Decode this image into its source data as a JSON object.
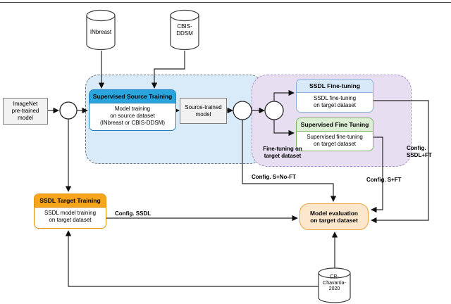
{
  "diagram": {
    "title": "SSDL / transfer-learning training pipeline diagram",
    "datasets": {
      "inbreast": "INbreast",
      "cbis_ddsm": "CBIS-\nDDSM",
      "cr_chavarria": "CR-\nChavarria-\n2020"
    },
    "nodes": {
      "imagenet": "ImageNet\npre-trained\nmodel",
      "supervised_source_training": {
        "title": "Supervised Source Training",
        "body": "Model training\non source dataset\n(INbreast or CBIS-DDSM)"
      },
      "source_trained_model": "Source-trained\nmodel",
      "ssdl_fine_tuning": {
        "title": "SSDL Fine-tuning",
        "body": "SSDL fine-tuning\non target dataset"
      },
      "supervised_fine_tuning": {
        "title": "Supervised Fine Tuning",
        "body": "Supervised fine-tuning\non target dataset"
      },
      "ssdl_target_training": {
        "title": "SSDL Target Training",
        "body": "SSDL model training\non target dataset"
      },
      "model_evaluation": "Model evaluation\non target dataset"
    },
    "labels": {
      "fine_tuning_region": "Fine-tuning on\ntarget dataset",
      "config_s_noft": "Config. S+No-FT",
      "config_s_ft": "Config. S+FT",
      "config_ssdl_ft": "Config. SSDL+FT",
      "config_ssdl": "Config. SSDL"
    },
    "colors": {
      "source_header_blue": "#29a4dc",
      "source_border_blue": "#1d7fc0",
      "container_blue_fill": "#d9eaf9",
      "container_purple_fill": "#e7dff1",
      "container_purple_border": "#a58fc2",
      "ssdl_ft_header": "#d8e9fa",
      "supervised_ft_header": "#dcefd4",
      "ssdl_target_header": "#f7a51d",
      "evaluation_fill": "#fde7cc",
      "evaluation_border": "#e8a33d",
      "gray_box_fill": "#f2f2f2",
      "line_color": "#262626"
    }
  }
}
